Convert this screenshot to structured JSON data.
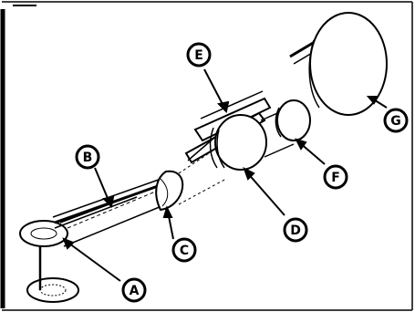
{
  "diagram": {
    "labels": {
      "a": "A",
      "b": "B",
      "c": "C",
      "d": "D",
      "e": "E",
      "f": "F",
      "g": "G"
    },
    "colors": {
      "ink": "#000000",
      "paper": "#ffffff"
    }
  }
}
